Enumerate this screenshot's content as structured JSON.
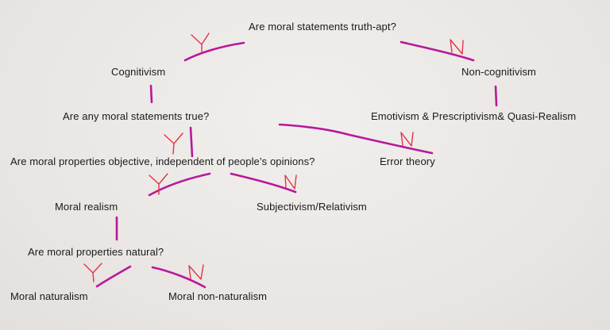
{
  "nodes": {
    "truth_apt_question": "Are moral statements truth-apt?",
    "cognitivism": "Cognitivism",
    "non_cognitivism": "Non-cognitivism",
    "true_question": "Are any moral statements true?",
    "emotivism": "Emotivism & Prescriptivism& Quasi-Realism",
    "objective_question": "Are moral properties objective, independent of people’s opinions?",
    "error_theory": "Error theory",
    "moral_realism": "Moral realism",
    "subjectivism": "Subjectivism/Relativism",
    "natural_question": "Are moral properties natural?",
    "moral_naturalism": "Moral naturalism",
    "moral_non_naturalism": "Moral non-naturalism"
  },
  "branch_marks": {
    "yes": "Y",
    "no": "N"
  },
  "colors": {
    "connector": "#b8189a",
    "handwritten_mark": "#e5334a",
    "text": "#1a1a1a"
  }
}
